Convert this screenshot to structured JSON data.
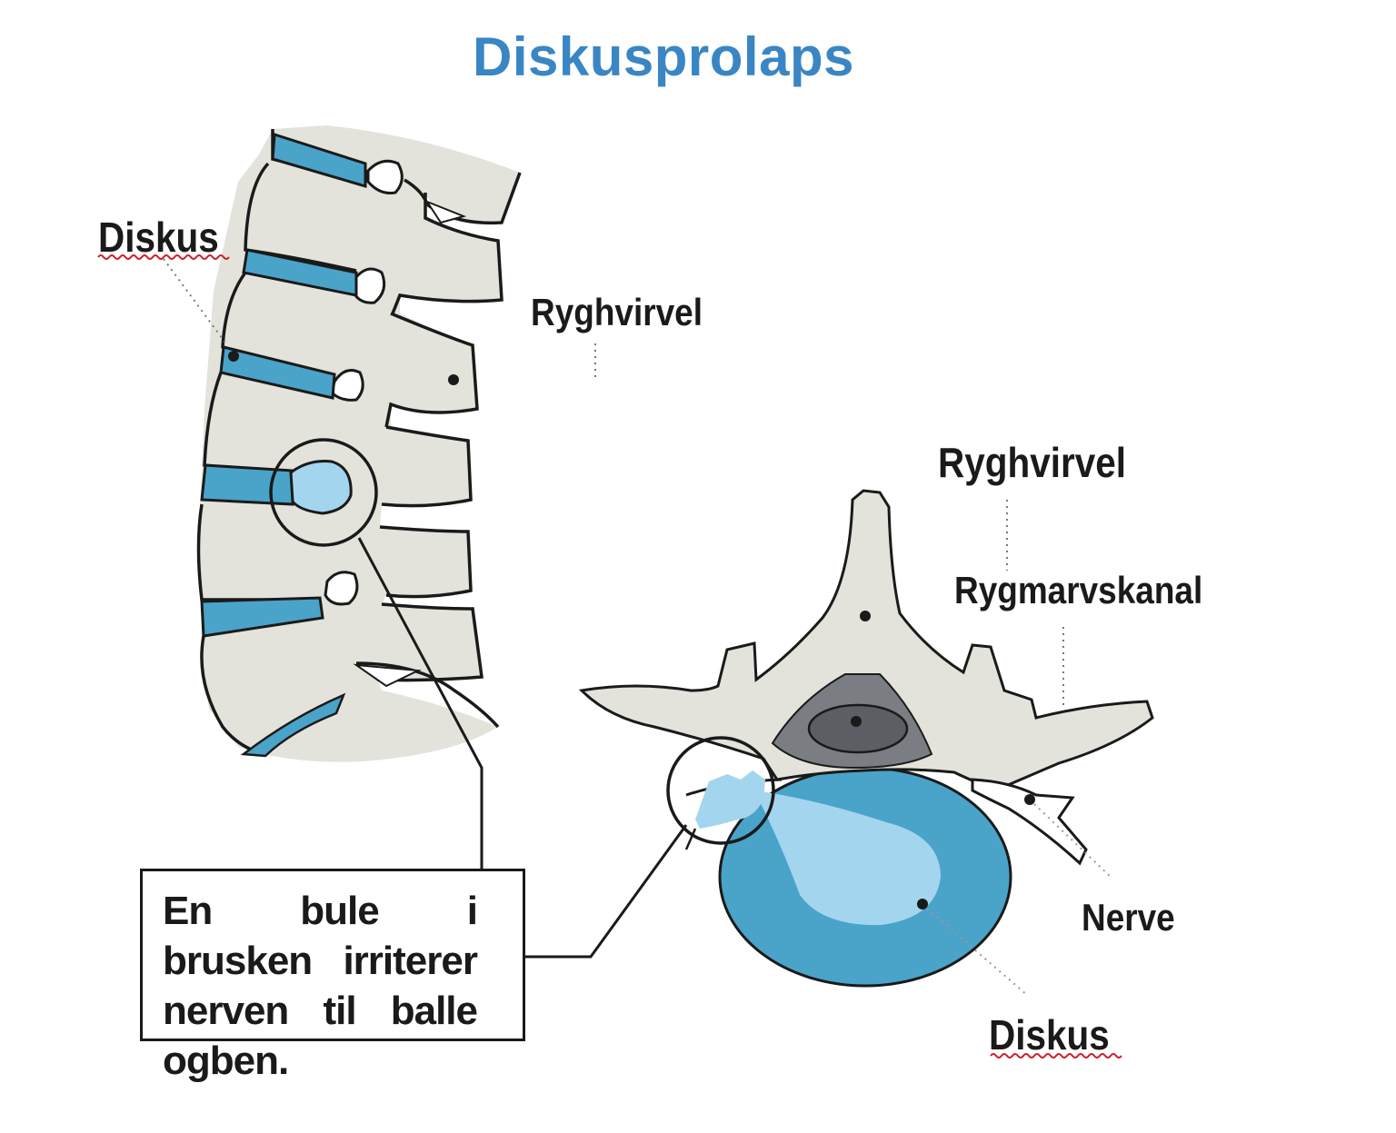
{
  "title": "Diskusprolaps",
  "labels": {
    "side_disc": "Diskus",
    "side_vertebra": "Ryghvirvel",
    "top_vertebra": "Ryghvirvel",
    "spinal_canal": "Rygmarvskanal",
    "nerve": "Nerve",
    "top_disc": "Diskus"
  },
  "callout": {
    "text": "En bule i brusken irriterer nerven til balle ogben."
  },
  "colors": {
    "title": "#3a86c4",
    "bone": "#e3e3dc",
    "disc": "#4aa3c8",
    "bulge": "#a3d5ef",
    "canal_outer": "#7a7d82",
    "canal_inner": "#5b5e63",
    "outline": "#1a1a1a",
    "spellcheck": "#d0202a"
  }
}
